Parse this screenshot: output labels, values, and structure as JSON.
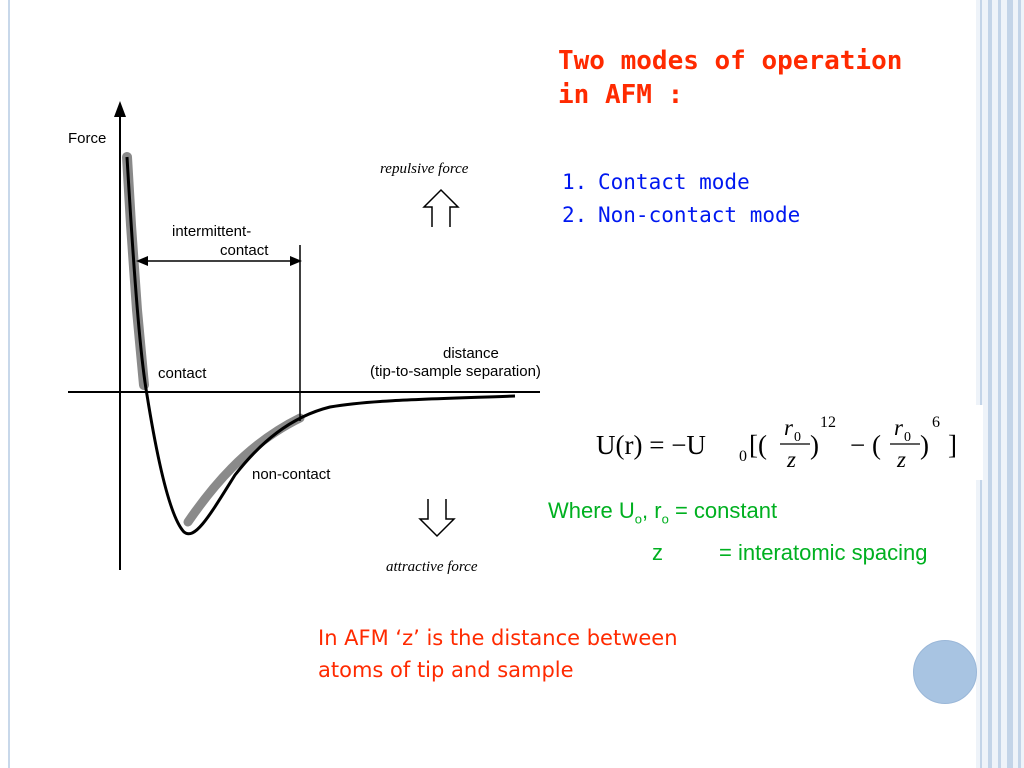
{
  "slide": {
    "title_line1": "Two modes of operation",
    "title_line2": "in AFM :",
    "modes": [
      {
        "num": "1.",
        "label": "Contact mode"
      },
      {
        "num": "2.",
        "label": "Non-contact mode"
      }
    ],
    "where": {
      "lead": "Where U",
      "sub1": "o",
      "mid": ", r",
      "sub2": "o",
      "rest": " =  constant",
      "z_symbol": "z",
      "z_def": "= interatomic spacing"
    },
    "bottom_note_line1": "In AFM ‘z’ is the distance between",
    "bottom_note_line2": "atoms of tip and sample"
  },
  "diagram": {
    "y_axis_label": "Force",
    "repulsive_label": "repulsive force",
    "attractive_label": "attractive force",
    "intermittent_line1": "intermittent-",
    "intermittent_line2": "contact",
    "contact_label": "contact",
    "noncontact_label": "non-contact",
    "distance_line1": "distance",
    "distance_line2": "(tip-to-sample separation)"
  },
  "equation": {
    "lhs": "U(r) = −U",
    "lhs_sub": "0",
    "open": "[(",
    "r": "r",
    "r_sub": "0",
    "z": "z",
    "exp1": "12",
    "minus": "− (",
    "exp2": "6",
    "close": "]"
  },
  "colors": {
    "title": "#ff2a00",
    "modes": "#0018f0",
    "where": "#00b020",
    "note": "#ff2a00",
    "accent_circle": "#a8c4e2"
  }
}
